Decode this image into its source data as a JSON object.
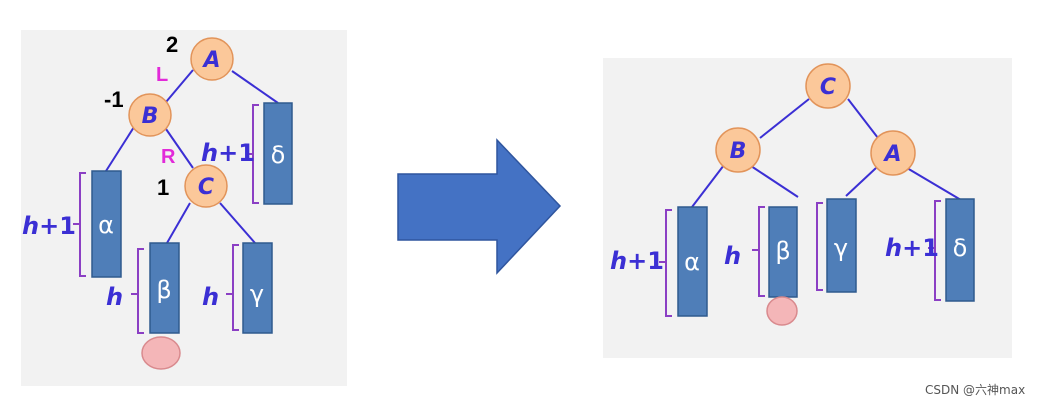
{
  "left_tree": {
    "nodes": {
      "A": "A",
      "B": "B",
      "C": "C"
    },
    "balance": {
      "A": "2",
      "B": "-1",
      "C": "1"
    },
    "direction": {
      "L": "L",
      "R": "R"
    },
    "subtrees": {
      "alpha": "α",
      "beta": "β",
      "gamma": "γ",
      "delta": "δ"
    },
    "heights": {
      "alpha_h": "h",
      "alpha_rest": "+1",
      "beta_h": "h",
      "gamma_h": "h",
      "delta_h": "h",
      "delta_rest": "+1"
    }
  },
  "right_tree": {
    "nodes": {
      "A": "A",
      "B": "B",
      "C": "C"
    },
    "subtrees": {
      "alpha": "α",
      "beta": "β",
      "gamma": "γ",
      "delta": "δ"
    },
    "heights": {
      "alpha_h": "h",
      "alpha_rest": "+1",
      "beta_h": "h",
      "delta_h": "h",
      "delta_rest": "+1"
    }
  },
  "colors": {
    "panel": "#f2f2f2",
    "node_fill": "#fbc89a",
    "node_stroke": "#e2945a",
    "bar_fill": "#4f7eb8",
    "bar_stroke": "#2f5a8e",
    "edge": "#3b2fd4",
    "bracket": "#8b3fc4",
    "arrow": "#4472c4",
    "inserted": "#f4b6b8"
  },
  "watermark": "CSDN @六神max"
}
